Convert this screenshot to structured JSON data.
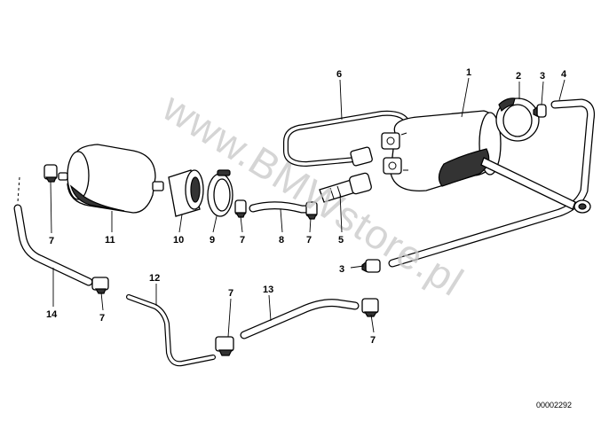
{
  "diagram": {
    "watermark": "www.BMWstore.pl",
    "reference_number": "00002292",
    "callouts": [
      {
        "id": "1",
        "text": "1"
      },
      {
        "id": "2",
        "text": "2"
      },
      {
        "id": "3a",
        "text": "3"
      },
      {
        "id": "4",
        "text": "4"
      },
      {
        "id": "6",
        "text": "6"
      },
      {
        "id": "7a",
        "text": "7"
      },
      {
        "id": "11",
        "text": "11"
      },
      {
        "id": "10",
        "text": "10"
      },
      {
        "id": "9",
        "text": "9"
      },
      {
        "id": "7b",
        "text": "7"
      },
      {
        "id": "8",
        "text": "8"
      },
      {
        "id": "7c",
        "text": "7"
      },
      {
        "id": "5",
        "text": "5"
      },
      {
        "id": "3b",
        "text": "3"
      },
      {
        "id": "12",
        "text": "12"
      },
      {
        "id": "7d",
        "text": "7"
      },
      {
        "id": "13",
        "text": "13"
      },
      {
        "id": "14",
        "text": "14"
      },
      {
        "id": "7e",
        "text": "7"
      },
      {
        "id": "7f",
        "text": "7"
      }
    ]
  }
}
